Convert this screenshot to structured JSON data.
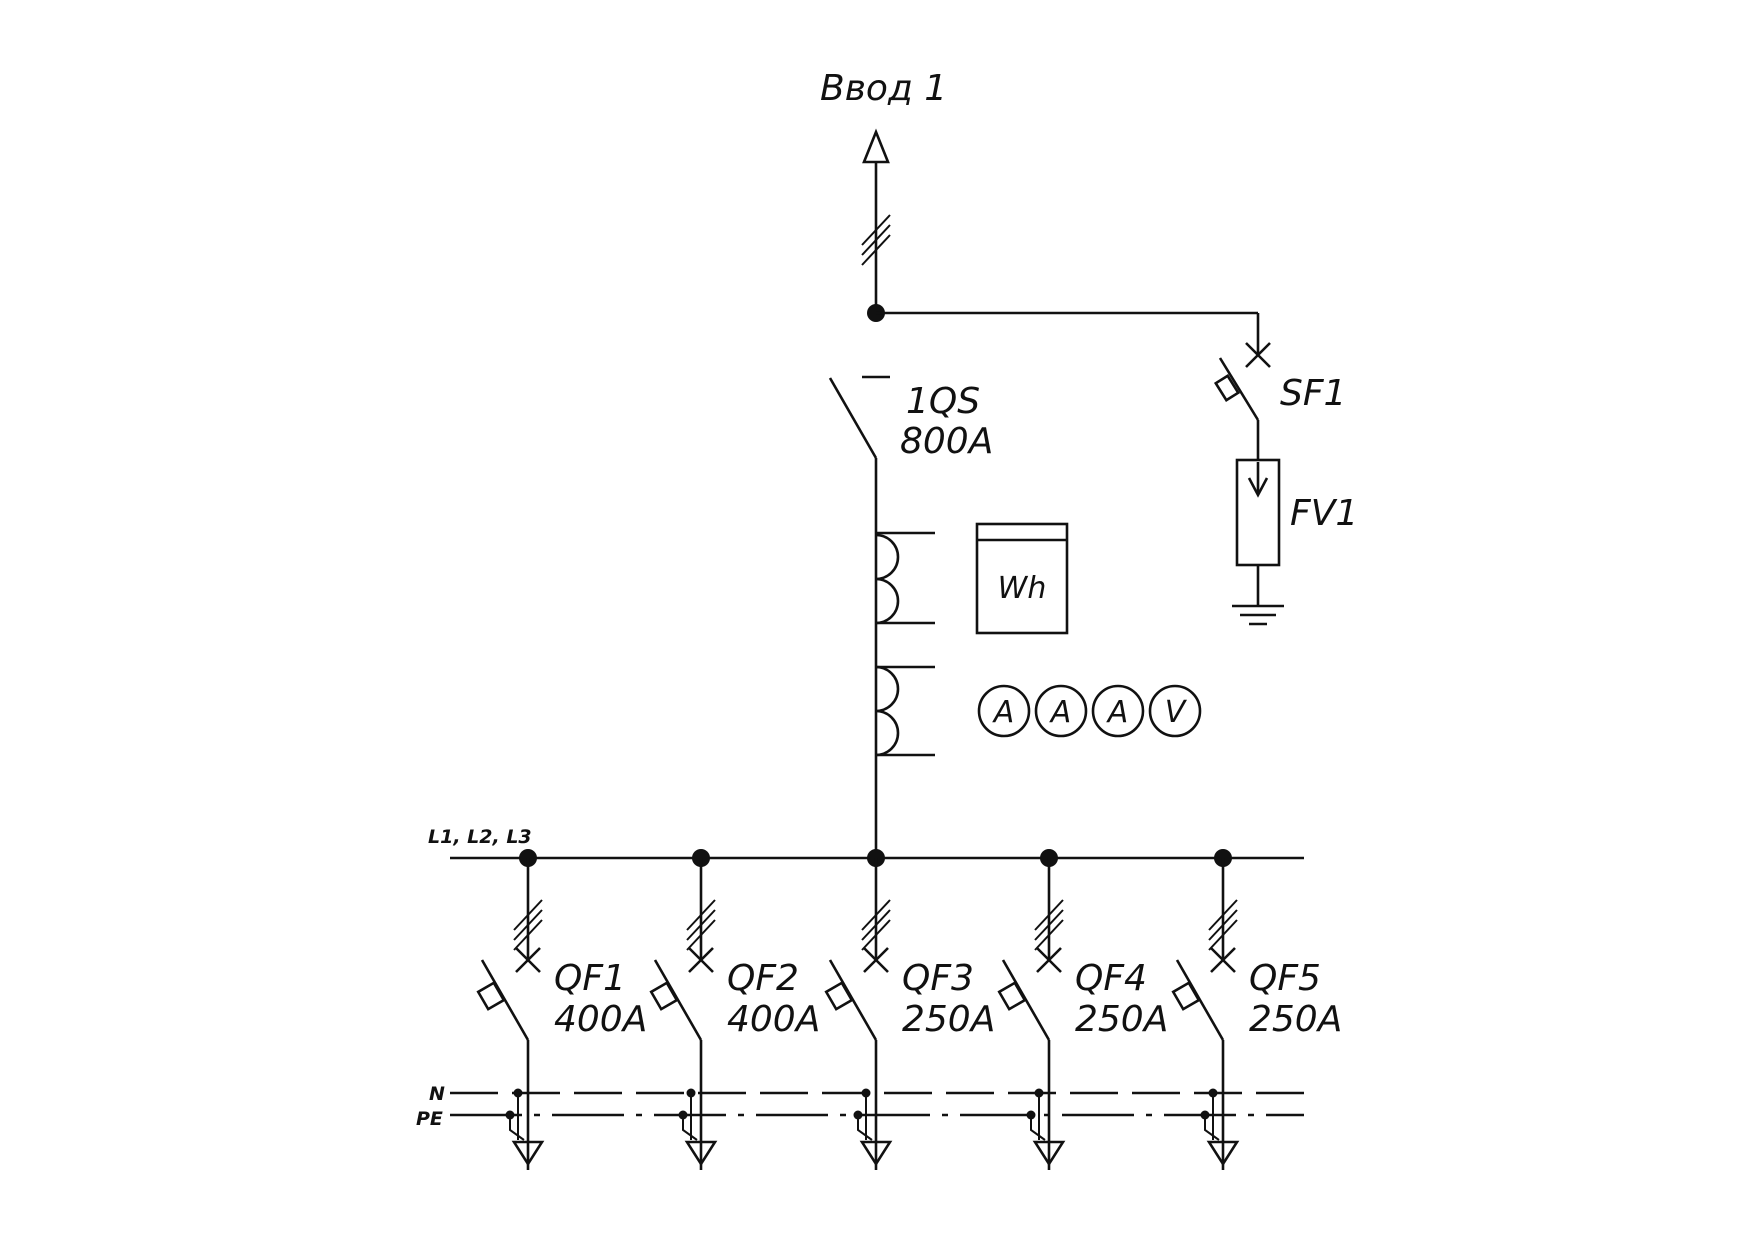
{
  "input_label": "Ввод 1",
  "main_switch": {
    "name": "1QS",
    "rating": "800A"
  },
  "aux_breaker": {
    "name": "SF1"
  },
  "surge_arrester": {
    "name": "FV1"
  },
  "energy_meter": {
    "label": "Wh"
  },
  "meters": [
    "A",
    "A",
    "A",
    "V"
  ],
  "bus_label": "L1, L2, L3",
  "n_label": "N",
  "pe_label": "PE",
  "feeders": [
    {
      "name": "QF1",
      "rating": "400A"
    },
    {
      "name": "QF2",
      "rating": "400A"
    },
    {
      "name": "QF3",
      "rating": "250A"
    },
    {
      "name": "QF4",
      "rating": "250A"
    },
    {
      "name": "QF5",
      "rating": "250A"
    }
  ]
}
